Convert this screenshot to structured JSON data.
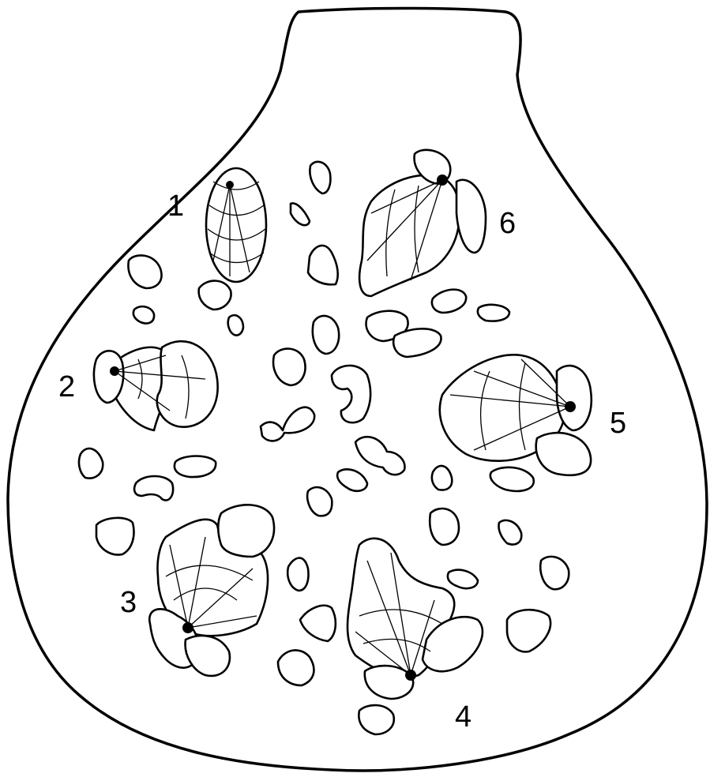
{
  "labels": [
    {
      "id": "1",
      "text": "1"
    },
    {
      "id": "2",
      "text": "2"
    },
    {
      "id": "3",
      "text": "3"
    },
    {
      "id": "4",
      "text": "4"
    },
    {
      "id": "5",
      "text": "5"
    },
    {
      "id": "6",
      "text": "6"
    }
  ],
  "colors": {
    "ink": "#000000",
    "paper": "#ffffff"
  }
}
